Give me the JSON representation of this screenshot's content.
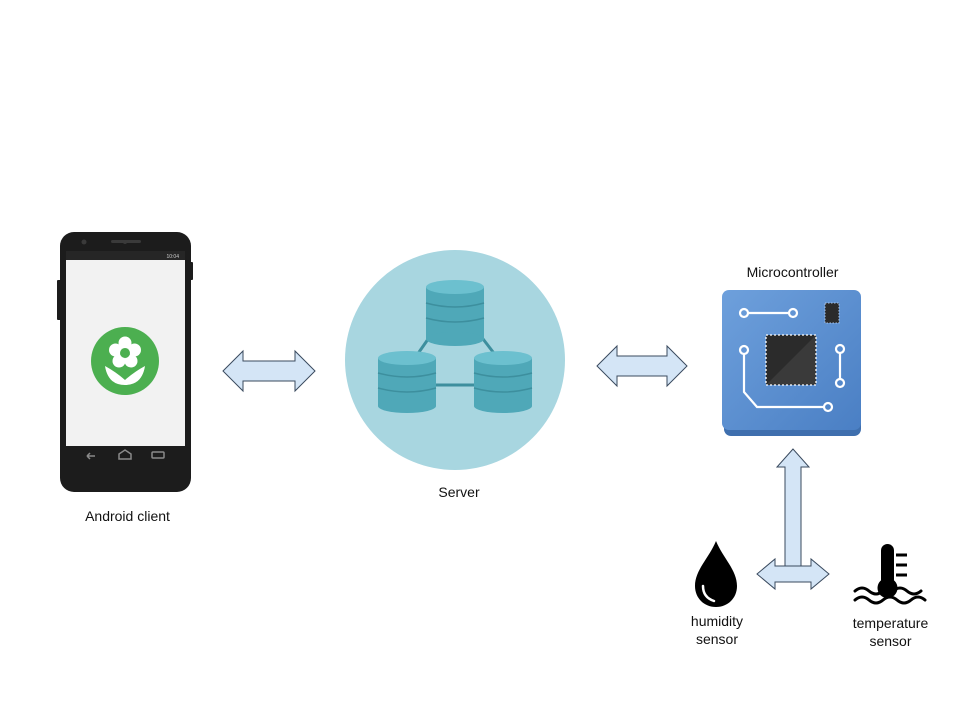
{
  "nodes": {
    "android_client": {
      "label": "Android client"
    },
    "server": {
      "label": "Server"
    },
    "microcontroller": {
      "label": "Microcontroller"
    },
    "humidity_sensor": {
      "label": "humidity\nsensor"
    },
    "temperature_sensor": {
      "label": "temperature\nsensor"
    }
  },
  "phone": {
    "status_time": "10:04"
  },
  "connections": [
    {
      "from": "android_client",
      "to": "server",
      "direction": "bidirectional"
    },
    {
      "from": "server",
      "to": "microcontroller",
      "direction": "bidirectional"
    },
    {
      "from": "microcontroller",
      "to": "sensors",
      "direction": "bidirectional"
    },
    {
      "from": "humidity_sensor",
      "to": "temperature_sensor",
      "direction": "bidirectional"
    }
  ],
  "colors": {
    "arrow_fill": "#d4e5f6",
    "arrow_stroke": "#3a4a5e",
    "server_circle": "#a8d6e0",
    "database": "#4fa8b8",
    "database_dark": "#3d8f9e",
    "board": "#5b8fd0",
    "app_icon": "#4caf50"
  }
}
